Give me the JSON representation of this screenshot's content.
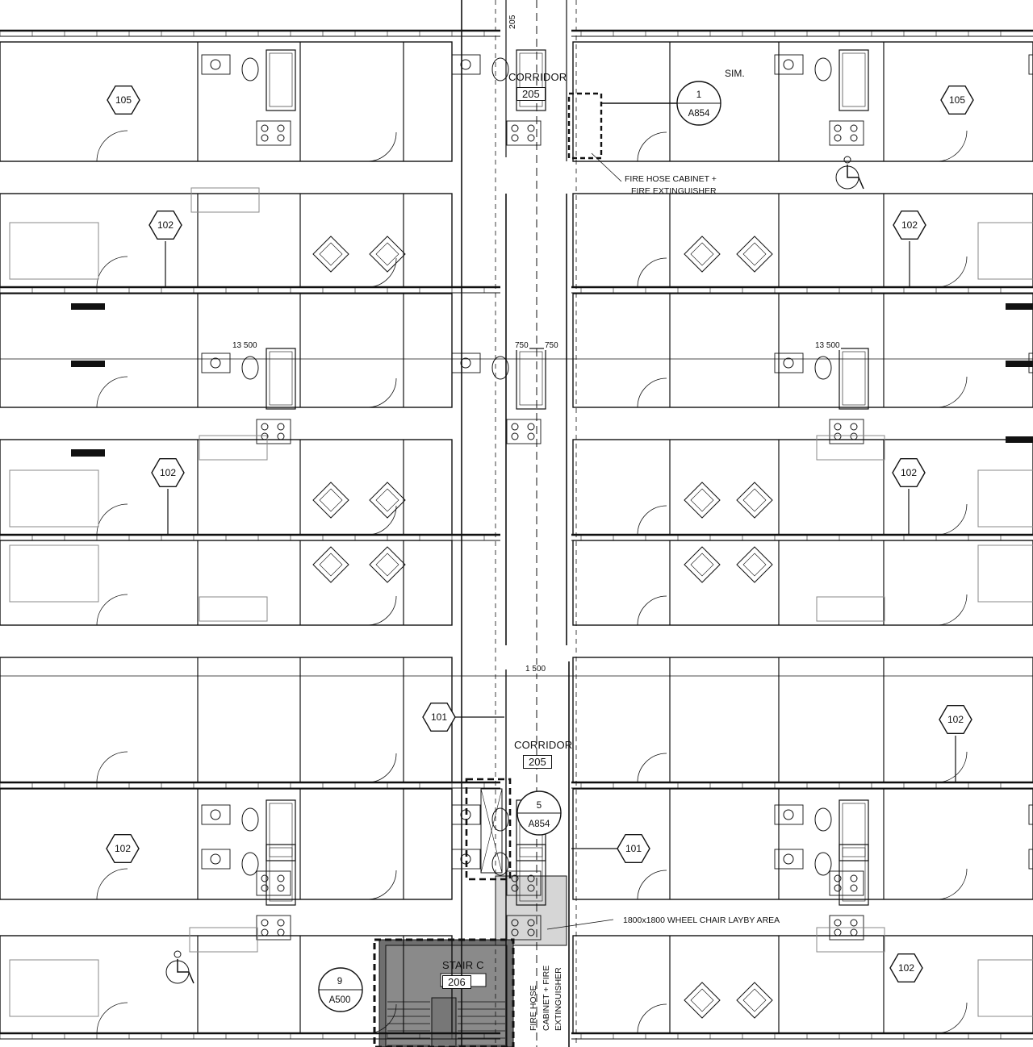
{
  "corridors": [
    {
      "label": "CORRIDOR",
      "number": "205"
    },
    {
      "label": "CORRIDOR",
      "number": "205"
    }
  ],
  "stair": {
    "label": "STAIR C",
    "number": "206"
  },
  "room_tag_top": "205",
  "unit_tags": {
    "t105": "105",
    "t102": "102",
    "t101": "101"
  },
  "section_markers": [
    {
      "number": "1",
      "sheet": "A854"
    },
    {
      "number": "5",
      "sheet": "A854"
    },
    {
      "number": "9",
      "sheet": "A500"
    }
  ],
  "dimensions": {
    "d13500": "13 500",
    "d750": "750",
    "d1500": "1 500"
  },
  "notes": {
    "fire_hose_1": "FIRE HOSE CABINET +",
    "fire_hose_2": "FIRE EXTINGUISHER",
    "layby": "1800x1800 WHEEL CHAIR LAYBY AREA",
    "vertical_1": "FIRE HOSE",
    "vertical_2": "CABINET + FIRE",
    "vertical_3": "EXTINGUISHER",
    "sim": "SIM."
  },
  "colors": {
    "line": "#111111",
    "stair_fill": "#7a7a7a",
    "layby_fill": "#d6d6d6",
    "furniture": "#888888"
  }
}
